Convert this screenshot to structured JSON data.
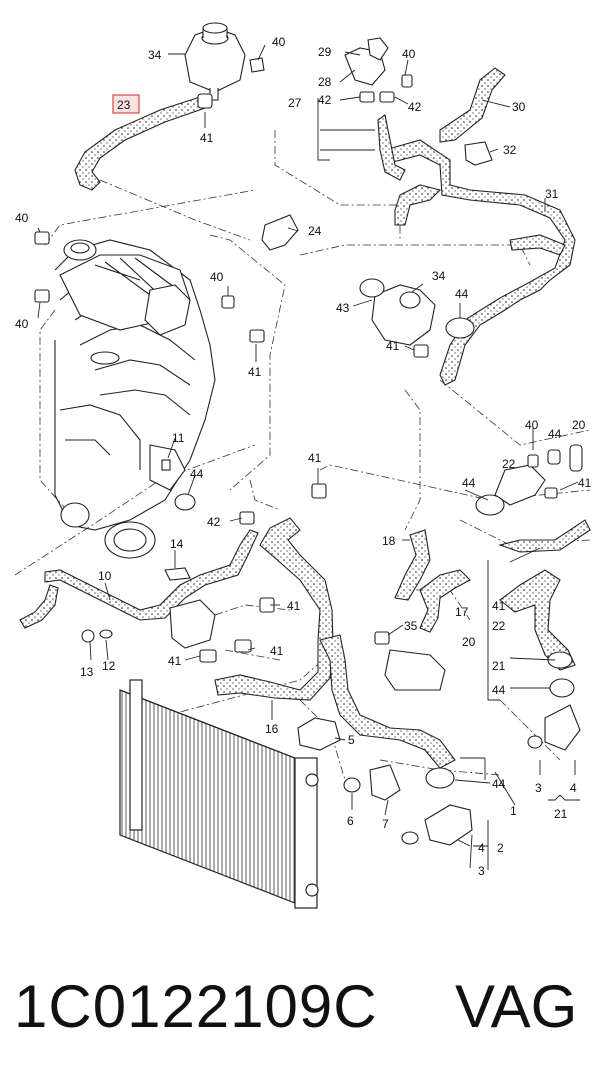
{
  "footer": {
    "part_code": "1C0122109C",
    "brand": "VAG"
  },
  "colors": {
    "line": "#1a1a1a",
    "highlight_border": "#d04a4a",
    "highlight_fill": "#fbe3e3"
  },
  "callouts": [
    {
      "id": "c34a",
      "text": "34"
    },
    {
      "id": "c40a",
      "text": "40"
    },
    {
      "id": "c23",
      "text": "23",
      "highlighted": true
    },
    {
      "id": "c41a",
      "text": "41"
    },
    {
      "id": "c29",
      "text": "29"
    },
    {
      "id": "c40b",
      "text": "40"
    },
    {
      "id": "c28",
      "text": "28"
    },
    {
      "id": "c27",
      "text": "27"
    },
    {
      "id": "c42a",
      "text": "42"
    },
    {
      "id": "c42b",
      "text": "42"
    },
    {
      "id": "c30",
      "text": "30"
    },
    {
      "id": "c32",
      "text": "32"
    },
    {
      "id": "c31",
      "text": "31"
    },
    {
      "id": "c40c",
      "text": "40"
    },
    {
      "id": "c24",
      "text": "24"
    },
    {
      "id": "c40d",
      "text": "40"
    },
    {
      "id": "c40e",
      "text": "40"
    },
    {
      "id": "c34b",
      "text": "34"
    },
    {
      "id": "c43",
      "text": "43"
    },
    {
      "id": "c44a",
      "text": "44"
    },
    {
      "id": "c41b",
      "text": "41"
    },
    {
      "id": "c41c",
      "text": "41"
    },
    {
      "id": "c11",
      "text": "11"
    },
    {
      "id": "c44b",
      "text": "44"
    },
    {
      "id": "c41d",
      "text": "41"
    },
    {
      "id": "c40f",
      "text": "40"
    },
    {
      "id": "c44c",
      "text": "44"
    },
    {
      "id": "c20a",
      "text": "20"
    },
    {
      "id": "c22a",
      "text": "22"
    },
    {
      "id": "c44d",
      "text": "44"
    },
    {
      "id": "c41e",
      "text": "41"
    },
    {
      "id": "c42c",
      "text": "42"
    },
    {
      "id": "c18",
      "text": "18"
    },
    {
      "id": "c14",
      "text": "14"
    },
    {
      "id": "c10",
      "text": "10"
    },
    {
      "id": "c41f",
      "text": "41"
    },
    {
      "id": "c17",
      "text": "17"
    },
    {
      "id": "c35",
      "text": "35"
    },
    {
      "id": "c41g",
      "text": "41"
    },
    {
      "id": "c22b",
      "text": "22"
    },
    {
      "id": "c20b",
      "text": "20"
    },
    {
      "id": "c21a",
      "text": "21"
    },
    {
      "id": "c13",
      "text": "13"
    },
    {
      "id": "c12",
      "text": "12"
    },
    {
      "id": "c41h",
      "text": "41"
    },
    {
      "id": "c41i",
      "text": "41"
    },
    {
      "id": "c44e",
      "text": "44"
    },
    {
      "id": "c16",
      "text": "16"
    },
    {
      "id": "c5",
      "text": "5"
    },
    {
      "id": "c44f",
      "text": "44"
    },
    {
      "id": "c3a",
      "text": "3"
    },
    {
      "id": "c4a",
      "text": "4"
    },
    {
      "id": "c6",
      "text": "6"
    },
    {
      "id": "c7",
      "text": "7"
    },
    {
      "id": "c1",
      "text": "1"
    },
    {
      "id": "c21b",
      "text": "21"
    },
    {
      "id": "c4b",
      "text": "4"
    },
    {
      "id": "c2",
      "text": "2"
    },
    {
      "id": "c3b",
      "text": "3"
    }
  ]
}
